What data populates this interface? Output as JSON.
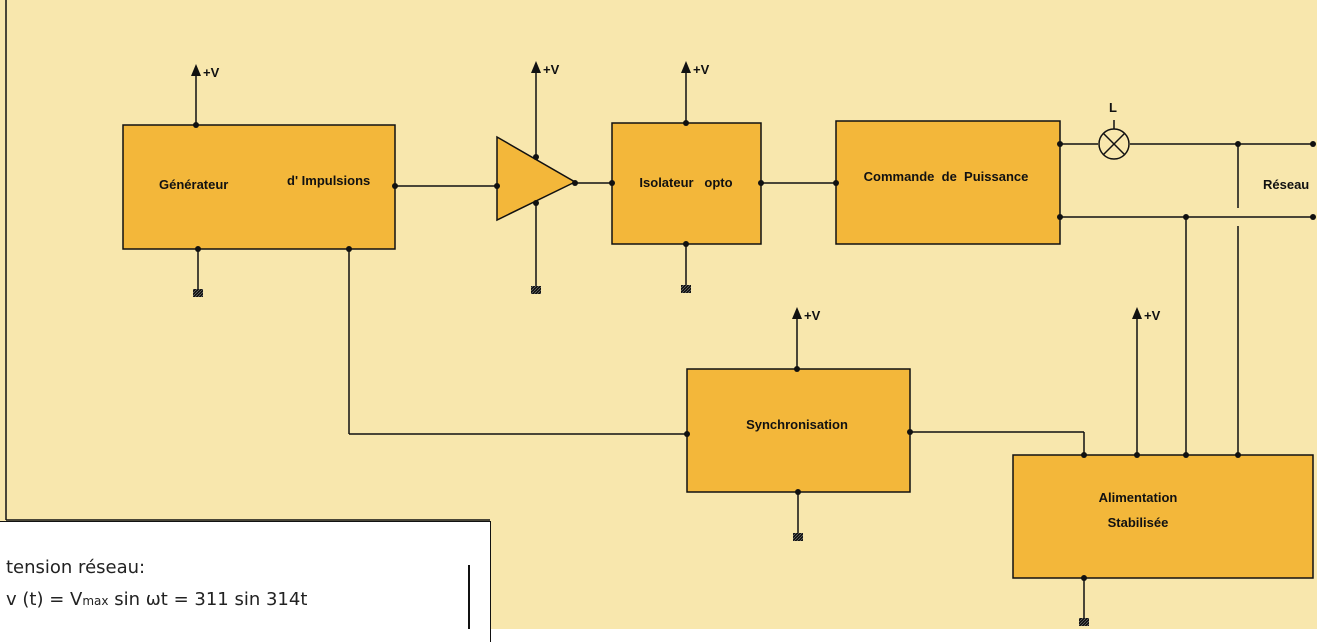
{
  "blocks": {
    "generateur_left": "Générateur",
    "generateur_right": "d' Impulsions",
    "isolateur": "Isolateur   opto",
    "commande": "Commande  de  Puissance",
    "synchronisation": "Synchronisation",
    "alimentation_line1": "Alimentation",
    "alimentation_line2": "Stabilisée"
  },
  "labels": {
    "supply": "+V",
    "lamp": "L",
    "reseau": "Réseau"
  },
  "formula": {
    "line1": "tension réseau:",
    "line2": "v (t) = V",
    "line2_sub": "max",
    "line2_rest": " sin ωt = 311 sin 314t"
  },
  "colors": {
    "background": "#f8e7ad",
    "block_fill": "#f3b73a",
    "wire": "#111111"
  }
}
